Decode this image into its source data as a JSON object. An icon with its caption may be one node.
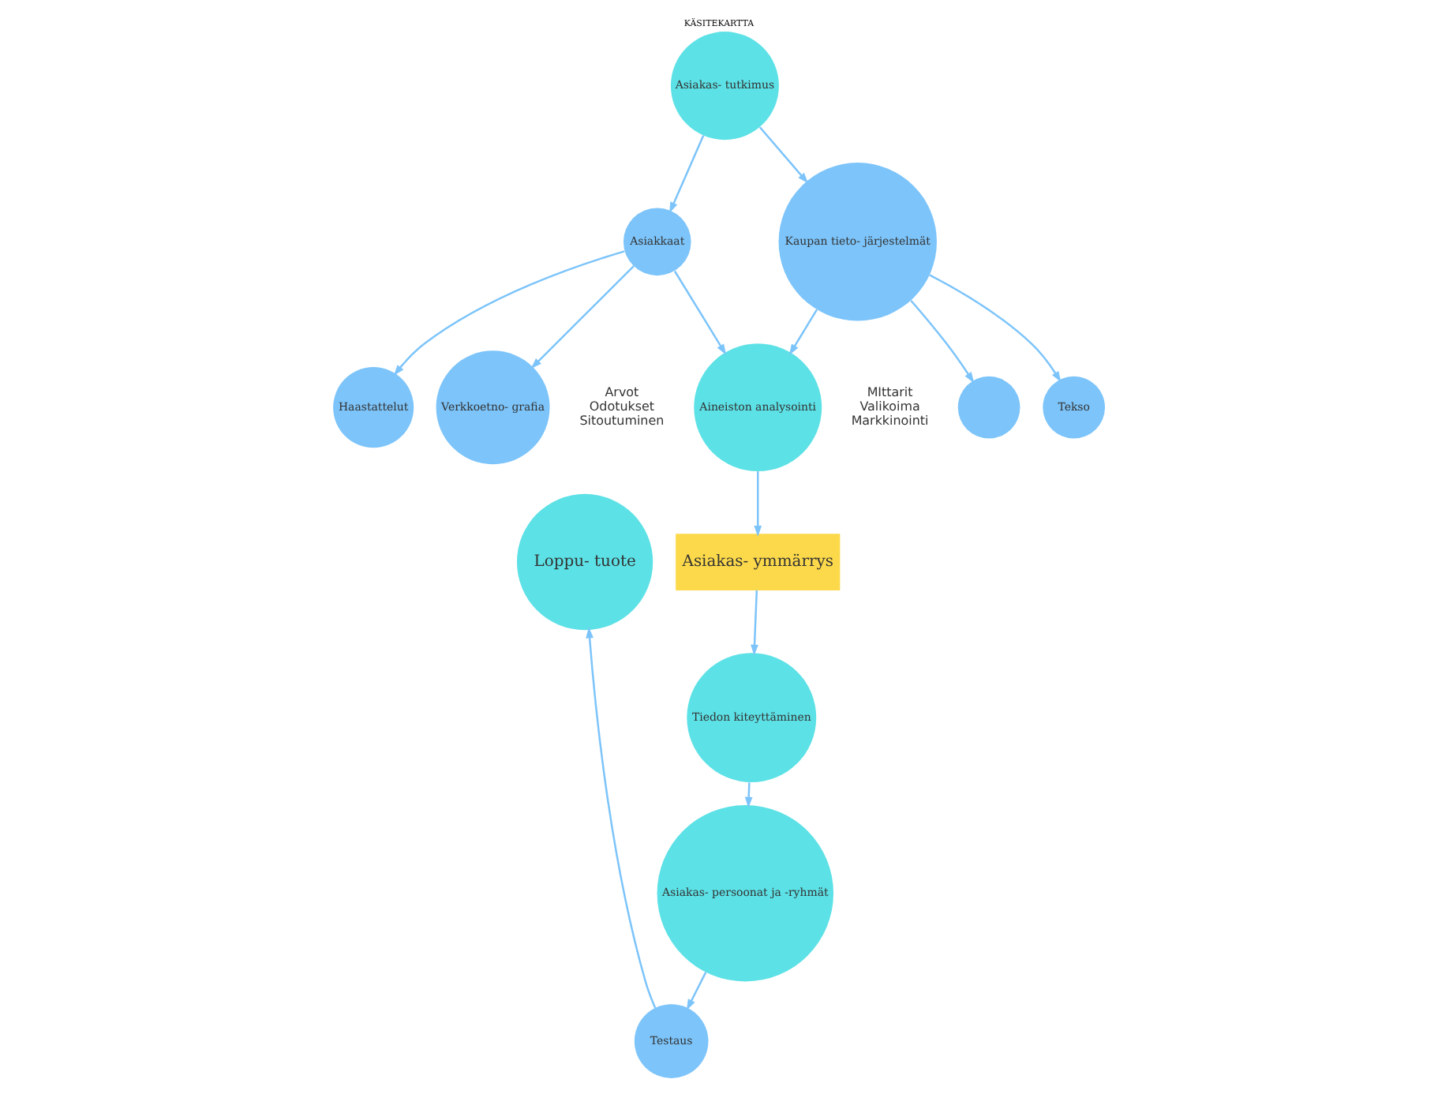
{
  "diagram": {
    "title": "KÄSITEKARTTA",
    "nodes": [
      {
        "text": [
          "Asiakas- tutkimus"
        ]
      },
      {
        "text": [
          "Verkkoetno- grafia"
        ]
      },
      {
        "text": [
          "Haastattelut"
        ]
      },
      {
        "text": [
          "Asiakkaat"
        ]
      },
      {
        "text": [
          "Kaupan tieto- järjestelmät"
        ]
      },
      {
        "text": [
          "Tekso"
        ]
      },
      {
        "text": [],
        "shape": "circle"
      },
      {
        "text": [
          "Aineiston analysointi"
        ]
      },
      {
        "text": [
          "Asiakas- ymmärrys"
        ]
      },
      {
        "text": [
          "Tiedon kiteyttäminen"
        ]
      },
      {
        "text": [
          "Asiakas- persoonat ja -ryhmät"
        ]
      },
      {
        "text": [
          "Testaus"
        ]
      },
      {
        "text": [
          "Loppu- tuote"
        ]
      }
    ],
    "edges": [
      {
        "from": 0,
        "to": 3,
        "arrow": "to"
      },
      {
        "from": 0,
        "to": 4,
        "arrow": "to"
      },
      {
        "from": 3,
        "to": 1,
        "arrow": "to"
      },
      {
        "from": 3,
        "to": 2,
        "arrow": "to"
      },
      {
        "from": 3,
        "to": 7,
        "arrow": "to"
      },
      {
        "from": 4,
        "to": 5,
        "arrow": "to"
      },
      {
        "from": 4,
        "to": 6,
        "arrow": "to"
      },
      {
        "from": 4,
        "to": 7,
        "arrow": "to"
      },
      {
        "from": 7,
        "to": 8,
        "arrow": "to"
      },
      {
        "from": 8,
        "to": 9,
        "arrow": "to"
      },
      {
        "from": 9,
        "to": 10,
        "arrow": "to"
      },
      {
        "from": 10,
        "to": 11,
        "arrow": "to"
      },
      {
        "from": 11,
        "to": 12,
        "arrow": "to"
      }
    ],
    "labels": [
      "Arvot",
      "Odotukset",
      "Sitoutuminen",
      "MIttarit",
      "Valikoima",
      "Markkinointi"
    ]
  }
}
